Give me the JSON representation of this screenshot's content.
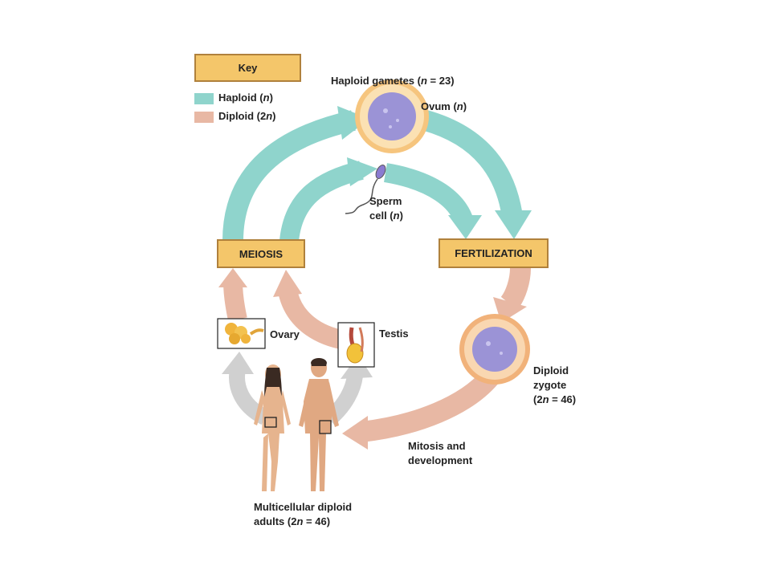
{
  "key": {
    "title": "Key",
    "haploid": {
      "word": "Haploid (",
      "sym": "n",
      "end": ")",
      "color": "#8fd4cc"
    },
    "diploid": {
      "word": "Diploid (2",
      "sym": "n",
      "end": ")",
      "color": "#e8b8a4"
    }
  },
  "gametes": {
    "pre": "Haploid gametes (",
    "sym": "n",
    "post": " = 23)"
  },
  "ovum": {
    "pre": "Ovum (",
    "sym": "n",
    "post": ")"
  },
  "sperm": {
    "line1": "Sperm",
    "pre": "cell (",
    "sym": "n",
    "post": ")"
  },
  "meiosis": "MEIOSIS",
  "fertilization": "FERTILIZATION",
  "ovary": "Ovary",
  "testis": "Testis",
  "zygote": {
    "line1": "Diploid",
    "line2": "zygote",
    "pre": "(2",
    "sym": "n",
    "post": " = 46)"
  },
  "mitosis": {
    "line1": "Mitosis and",
    "line2": "development"
  },
  "adults": {
    "line1": "Multicellular diploid",
    "pre": "adults (2",
    "sym": "n",
    "post": " = 46)"
  },
  "colors": {
    "haploid_arrow": "#8fd4cc",
    "diploid_arrow": "#e8b8a4",
    "gray_arrow": "#d0d0d0",
    "box_fill": "#f4c66a"
  }
}
